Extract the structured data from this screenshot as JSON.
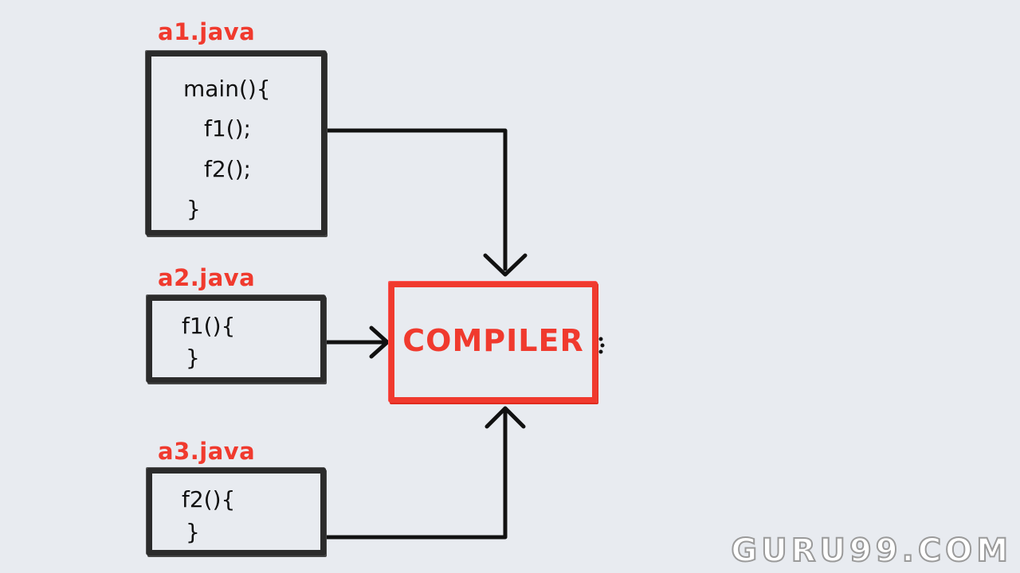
{
  "colors": {
    "background": "#e8ebf0",
    "ink": "#111111",
    "accent": "#f03a2e"
  },
  "files": [
    {
      "name": "a1.java",
      "code": [
        "main(){",
        "f1();",
        "f2();",
        "}"
      ]
    },
    {
      "name": "a2.java",
      "code": [
        "f1(){",
        "}"
      ]
    },
    {
      "name": "a3.java",
      "code": [
        "f2(){",
        "}"
      ]
    }
  ],
  "compiler": {
    "label": "COMPILER"
  },
  "watermark": {
    "text": "GURU99.COM"
  }
}
